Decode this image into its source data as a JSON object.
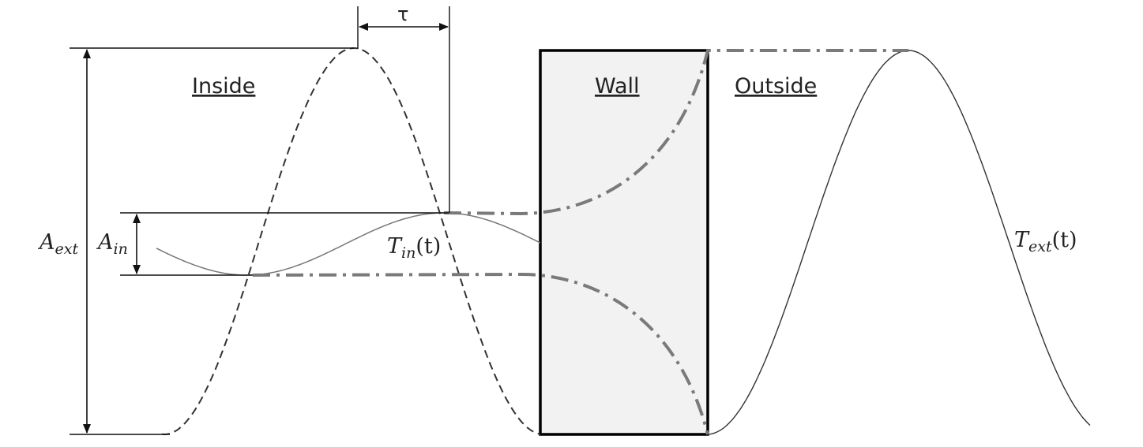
{
  "labels": {
    "inside": "Inside",
    "wall": "Wall",
    "outside": "Outside",
    "tau": "τ"
  },
  "math": {
    "a_ext_main": "A",
    "a_ext_sub": "ext",
    "a_in_main": "A",
    "a_in_sub": "in",
    "t_in_main": "T",
    "t_in_sub": "in",
    "t_in_arg": "(t)",
    "t_ext_main": "T",
    "t_ext_sub": "ext",
    "t_ext_arg": "(t)"
  },
  "colors": {
    "wall_fill": "#f2f2f2",
    "envelope": "#7a7a7a",
    "internal_wave": "#777777"
  }
}
